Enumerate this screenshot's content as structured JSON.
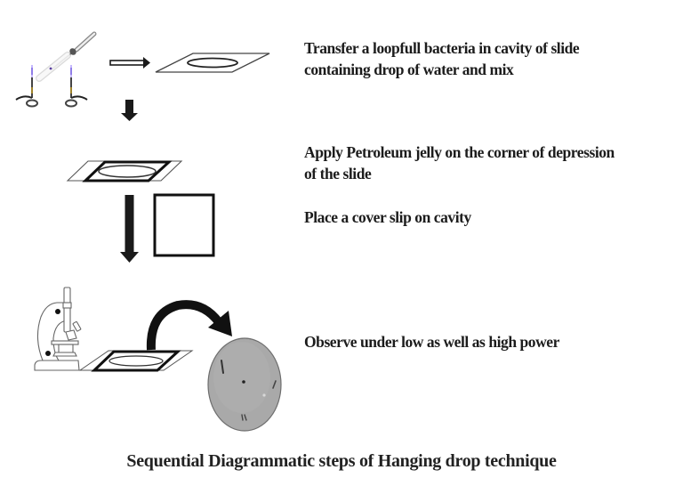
{
  "steps": [
    {
      "id": 1,
      "lines": [
        "Transfer a loopfull bacteria in cavity of slide",
        "containing drop of water and mix"
      ]
    },
    {
      "id": 2,
      "lines": [
        "Apply Petroleum jelly on the corner of depression",
        "of the slide"
      ]
    },
    {
      "id": 3,
      "lines": [
        "Place a cover slip on cavity"
      ]
    },
    {
      "id": 4,
      "lines": [
        "Observe under low as well as high power"
      ]
    }
  ],
  "caption": "Sequential Diagrammatic steps of Hanging drop technique",
  "icons": {
    "step1": [
      "bunsen-burner-icon",
      "inoculation-loop-icon",
      "hollow-arrow-right-icon",
      "cavity-slide-icon"
    ],
    "step2": [
      "arrow-down-icon",
      "slide-with-jelly-icon"
    ],
    "step3": [
      "long-arrow-down-icon",
      "cover-slip-icon"
    ],
    "step4": [
      "microscope-icon",
      "slide-on-stage-icon",
      "curved-arrow-icon",
      "microscopic-field-icon"
    ]
  },
  "colors": {
    "stroke": "#1a1a1a",
    "field": "#a9a9a9",
    "flame": "#8a7fd8"
  }
}
